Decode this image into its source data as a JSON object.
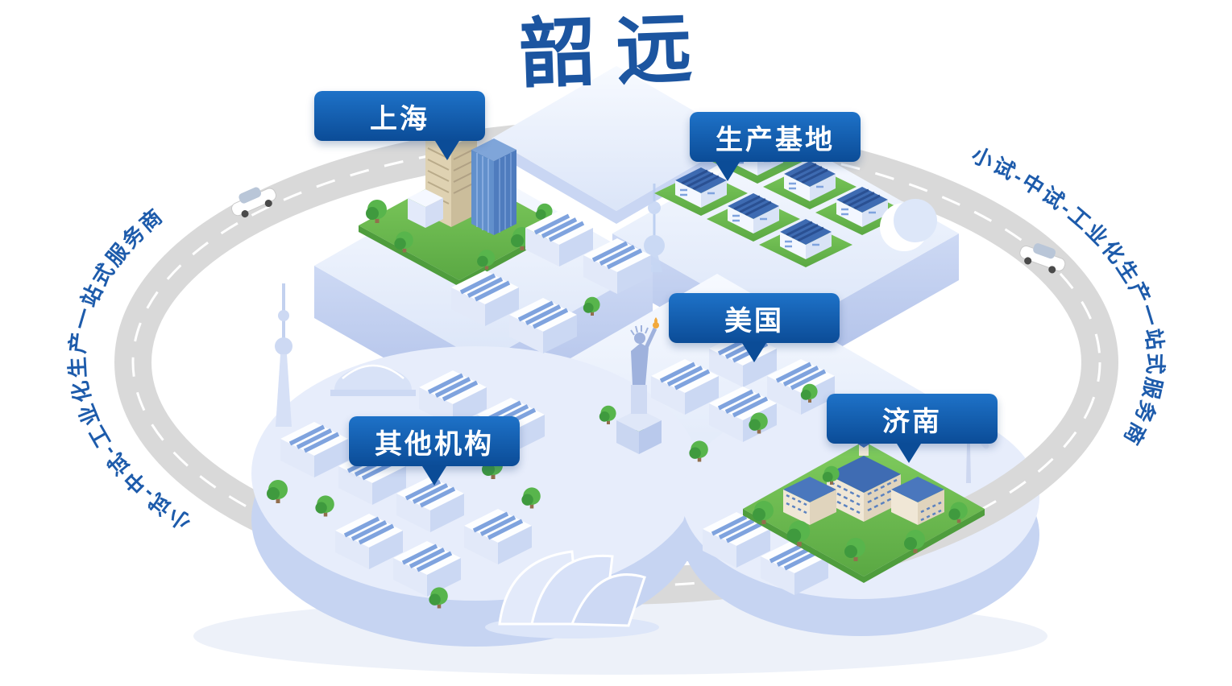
{
  "title": "韶远",
  "badges": [
    {
      "id": "shanghai",
      "label": "上海"
    },
    {
      "id": "production_base",
      "label": "生产基地"
    },
    {
      "id": "usa",
      "label": "美国"
    },
    {
      "id": "jinan",
      "label": "济南"
    },
    {
      "id": "other_institutions",
      "label": "其他机构"
    }
  ],
  "ring_text": {
    "left": "小试-中试-工业化生产一站式服务商",
    "right": "小试-中试-工业化生产一站式服务商"
  },
  "colors": {
    "badge_blue_top": "#1e72c8",
    "badge_blue_bottom": "#0b4c97",
    "title_blue": "#1c55a0",
    "ring_text_blue": "#1d5bab",
    "road_gray": "#d9d9d9",
    "platform_top": "#e9effc",
    "platform_side": "#c6d4f2",
    "lawn_green": "#6fc453",
    "roof_blue": "#3f6cb3"
  }
}
